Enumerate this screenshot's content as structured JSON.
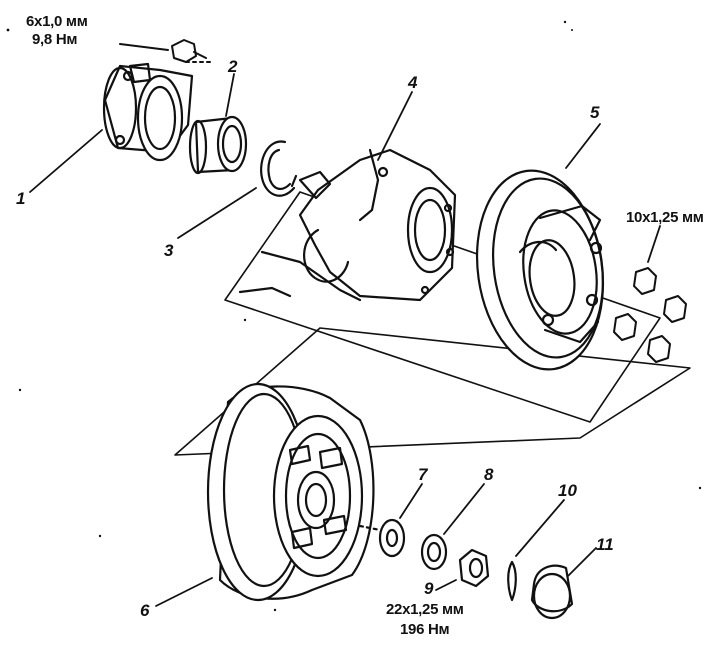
{
  "labels": {
    "n1": "1",
    "n2": "2",
    "n3": "3",
    "n4": "4",
    "n5": "5",
    "n6": "6",
    "n7": "7",
    "n8": "8",
    "n9": "9",
    "n10": "10",
    "n11": "11"
  },
  "specs": {
    "bolt_size": "6x1,0 мм",
    "bolt_torque": "9,8 Нм",
    "nut_size_right": "10x1,25 мм",
    "hub_nut_size": "22x1,25 мм",
    "hub_nut_torque": "196 Нм"
  },
  "colors": {
    "ink": "#111111",
    "paper": "#ffffff"
  }
}
